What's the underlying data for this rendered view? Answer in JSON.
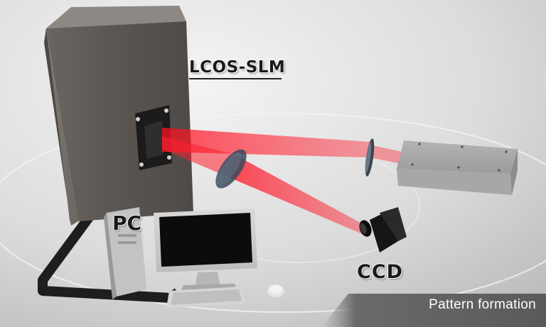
{
  "labels": {
    "slm": "LCOS-SLM",
    "pc": "PC",
    "ccd": "CCD"
  },
  "caption": "Pattern formation",
  "colors": {
    "background": "#d8d8d8",
    "laser_beam": "#e8202a",
    "slm_body": "#5e5955",
    "banner": "#6d6d6d",
    "cable": "#1e1e1e"
  }
}
